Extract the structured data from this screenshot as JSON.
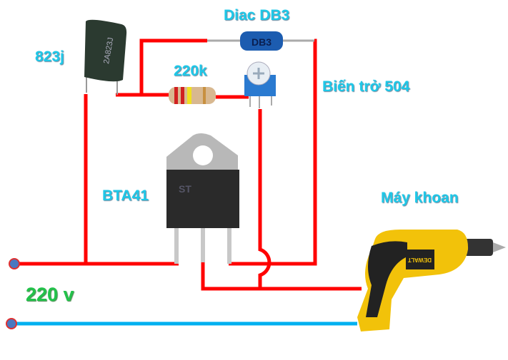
{
  "labels": {
    "capacitor": "823j",
    "diac": "Diac DB3",
    "resistor": "220k",
    "potentiometer": "Biến trở 504",
    "triac": "BTA41",
    "drill": "Máy khoan",
    "supply": "220 v"
  },
  "component_markings": {
    "capacitor": "2A823J",
    "diac": "DB3",
    "drill_brand": "DEWALT"
  },
  "colors": {
    "live_wire": "#ff0000",
    "neutral_wire": "#00b0f0",
    "label_text": "#1ec8e8",
    "supply_label": "#22c24a",
    "terminal": "#4a78c0"
  }
}
